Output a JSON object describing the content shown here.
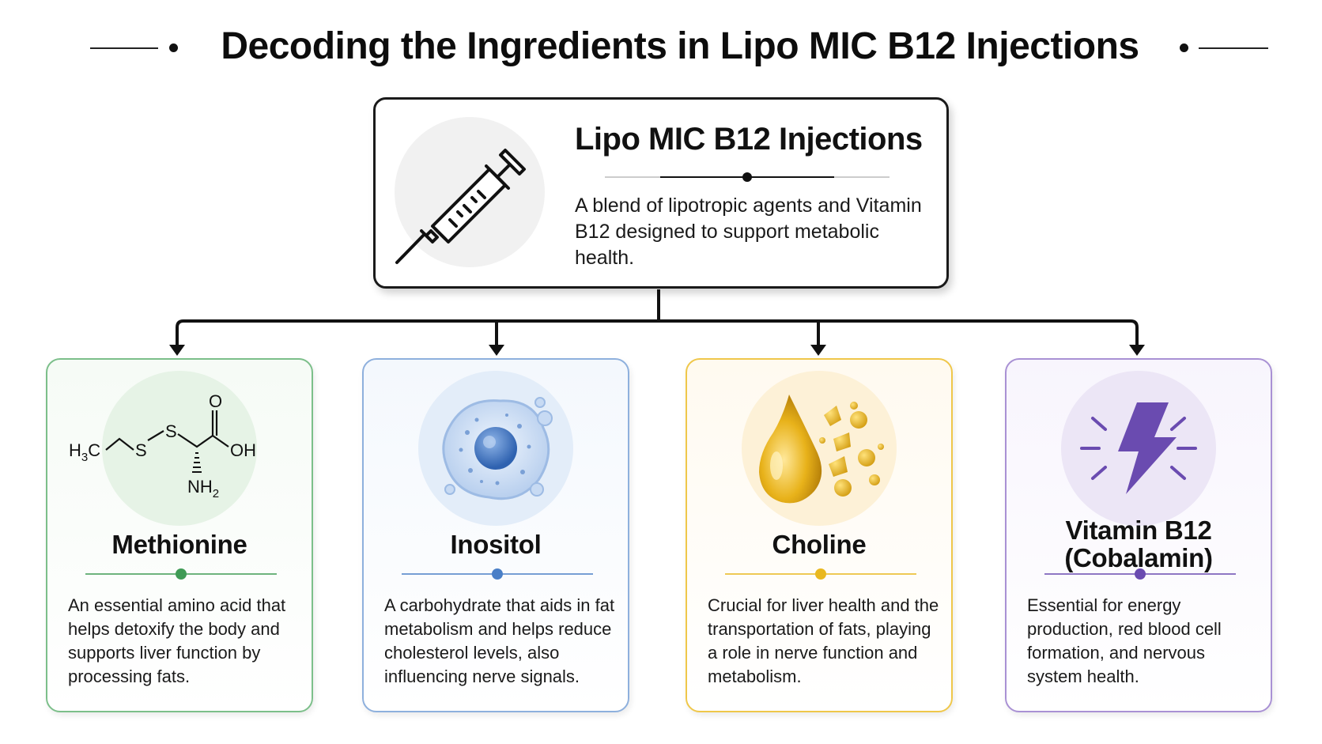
{
  "header": {
    "title": "Decoding the Ingredients in Lipo MIC B12 Injections"
  },
  "main": {
    "title": "Lipo MIC B12 Injections",
    "description": "A blend of lipotropic agents and Vitamin B12 designed to support metabolic health.",
    "icon": "syringe-icon"
  },
  "ingredients": [
    {
      "name": "Methionine",
      "description": "An essential amino acid that helps detoxify the body and supports liver function by processing fats.",
      "icon": "molecule-structure-icon",
      "accent": "#3f9b55",
      "molecule": {
        "h3c": "H",
        "h3c_sub": "3",
        "h3c_c": "C",
        "s": "S",
        "o": "O",
        "oh": "OH",
        "nh": "NH",
        "nh_sub": "2"
      }
    },
    {
      "name": "Inositol",
      "description": "A carbohydrate that aids in fat metabolism and helps reduce cholesterol levels, also influencing nerve signals.",
      "icon": "cell-icon",
      "accent": "#4a7fc7"
    },
    {
      "name": "Choline",
      "description": "Crucial for liver health and the transportation of fats, playing a role in nerve function and metabolism.",
      "icon": "oil-drop-icon",
      "accent": "#e9b81f"
    },
    {
      "name": "Vitamin B12",
      "name_line2": "(Cobalamin)",
      "description": "Essential for energy production, red blood cell formation, and nervous system health.",
      "icon": "lightning-bolt-icon",
      "accent": "#6a4bb0"
    }
  ]
}
